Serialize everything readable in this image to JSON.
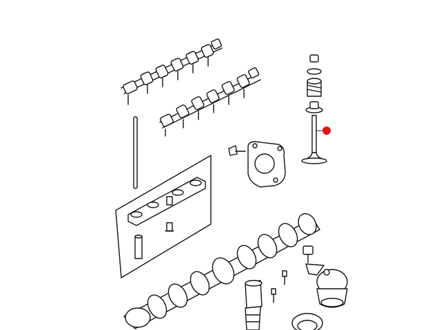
{
  "diagram": {
    "background": "#ffffff",
    "line_color": "#111111",
    "marker_color": "#e0141e",
    "parts": [
      "upper-rocker-shaft-assembly",
      "lower-rocker-shaft-assembly",
      "pushrod",
      "lifter-guide-box",
      "valve-spring-assembly",
      "intake-valve",
      "camshaft-thrust-plate",
      "camshaft",
      "cam-phaser",
      "oil-control-valve",
      "cam-seal"
    ],
    "highlighted_part": "intake-valve"
  }
}
